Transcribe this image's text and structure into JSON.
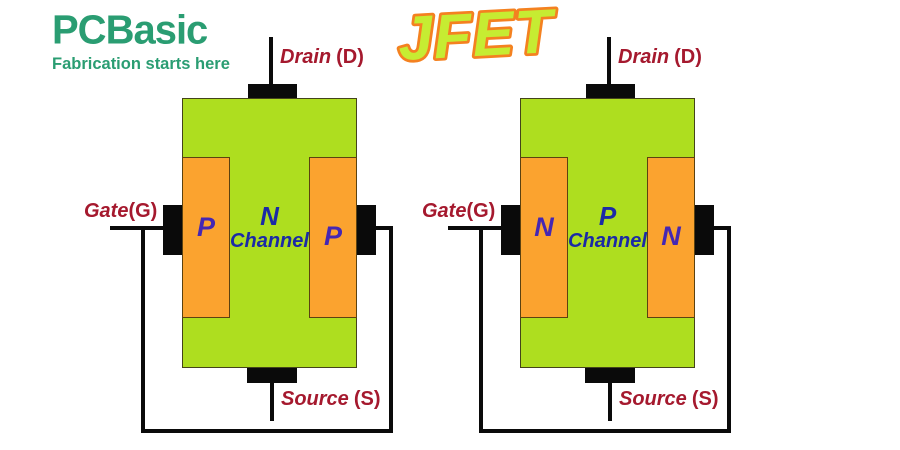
{
  "brand": {
    "name": "PCBasic",
    "tagline": "Fabrication starts here",
    "color": "#2A9D72"
  },
  "title": {
    "text": "JFET",
    "fill_color": "#C6EC32",
    "outline_color": "#F48120"
  },
  "colors": {
    "channel_body_green": "#AEDE1F",
    "gate_region_orange": "#FBA32F",
    "terminal_black": "#0A0A0A",
    "terminal_label_red": "#A5192E",
    "channel_text_blue": "#1B2AA6",
    "region_letter_purple": "#4527B3",
    "background": "#FFFFFF"
  },
  "transistors": [
    {
      "drain_word": "Drain",
      "drain_pin": "(D)",
      "gate_word": "Gate",
      "gate_pin": "(G)",
      "source_word": "Source",
      "source_pin": "(S)",
      "left_region": "P",
      "right_region": "P",
      "channel_type": "N",
      "channel_word": "Channel"
    },
    {
      "drain_word": "Drain",
      "drain_pin": "(D)",
      "gate_word": "Gate",
      "gate_pin": "(G)",
      "source_word": "Source",
      "source_pin": "(S)",
      "left_region": "N",
      "right_region": "N",
      "channel_type": "P",
      "channel_word": "Channel"
    }
  ]
}
